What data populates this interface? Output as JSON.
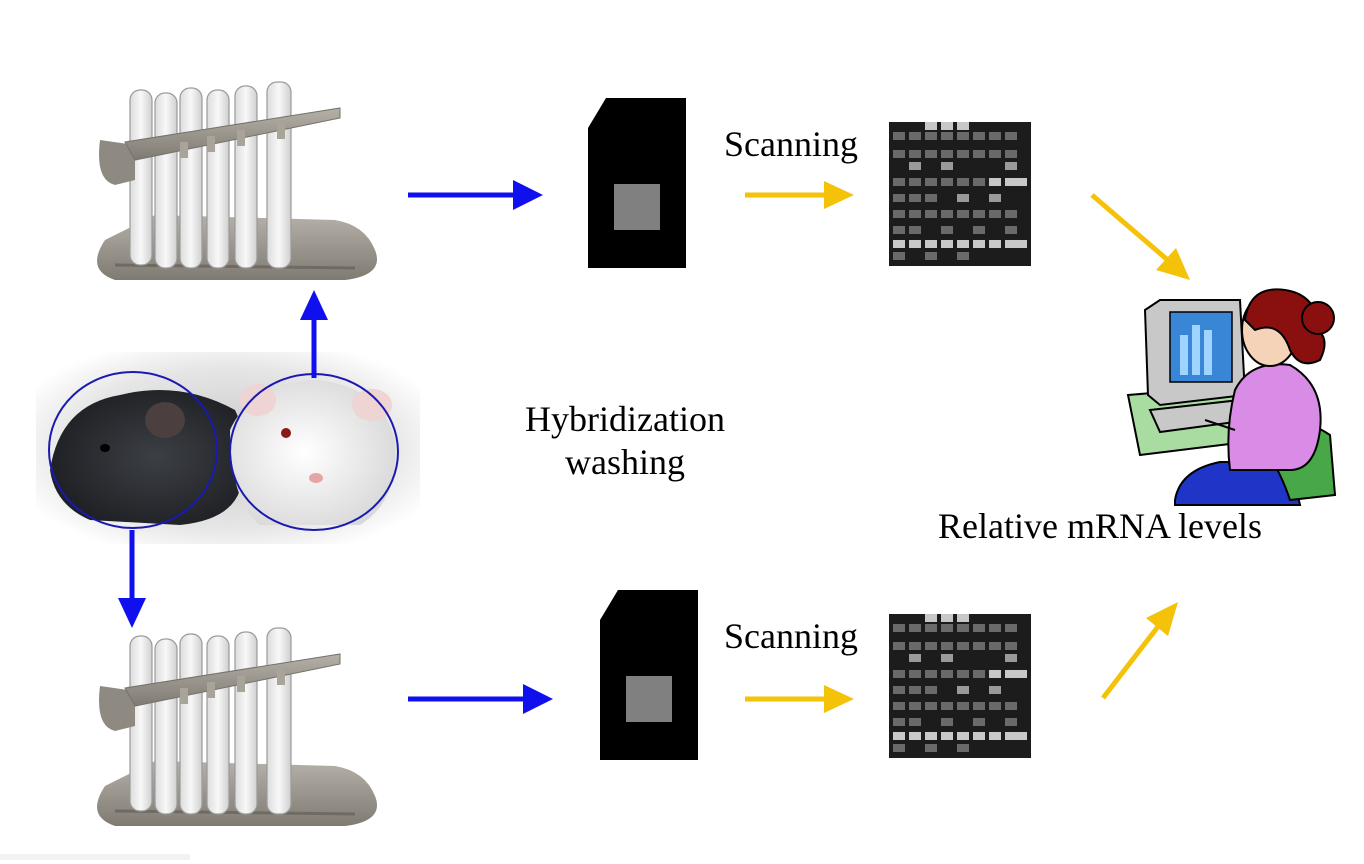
{
  "labels": {
    "scanning_top": "Scanning",
    "scanning_bottom": "Scanning",
    "hybridization_line1": "Hybridization",
    "hybridization_line2": "washing",
    "relative_levels": "Relative mRNA levels"
  },
  "colors": {
    "flow_arrow": "#1010ee",
    "scan_arrow": "#f5c20a",
    "slide": "#000000",
    "spot": "#808080",
    "mouse_circle": "#1a1ab0"
  }
}
